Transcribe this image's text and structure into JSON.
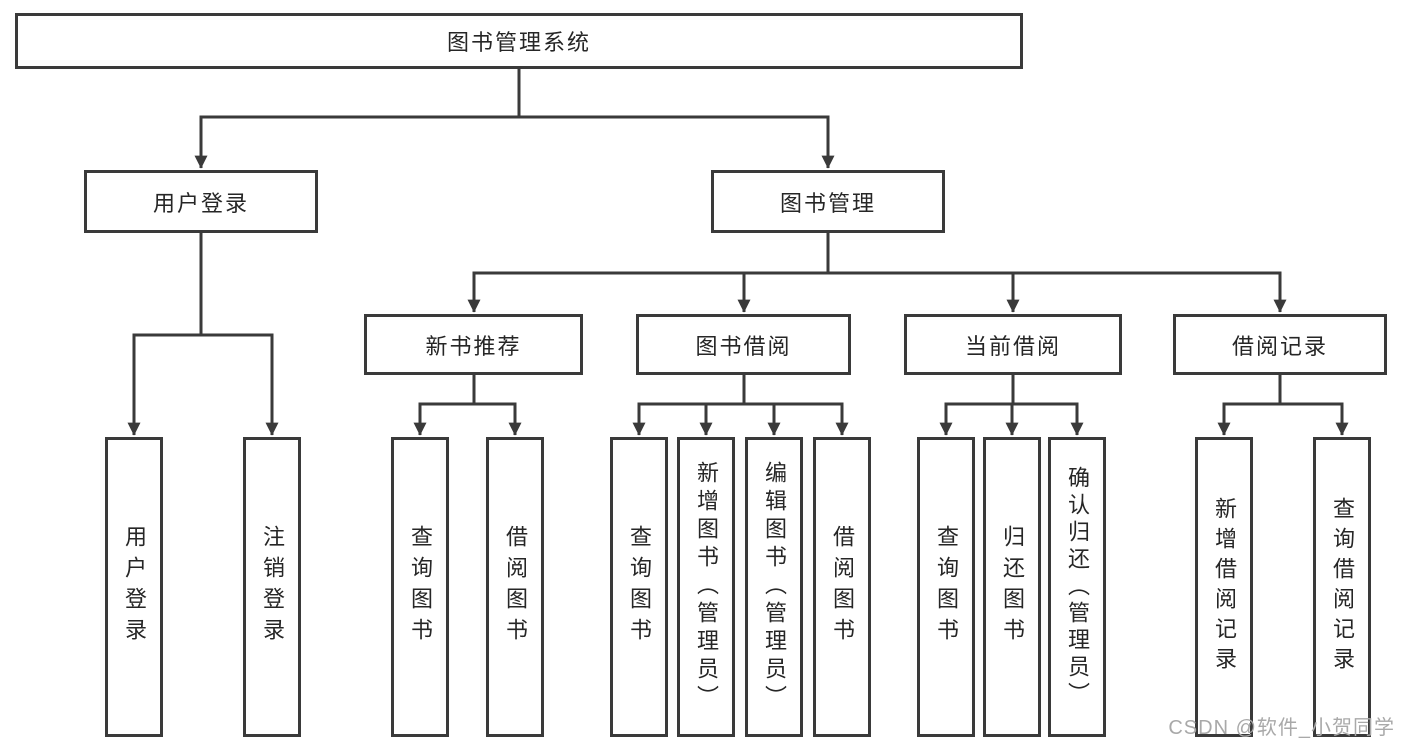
{
  "diagram": {
    "root": "图书管理系统",
    "branches": [
      {
        "label": "用户登录",
        "children": [
          "用户登录",
          "注销登录"
        ]
      },
      {
        "label": "图书管理",
        "groups": [
          {
            "label": "新书推荐",
            "children": [
              "查询图书",
              "借阅图书"
            ]
          },
          {
            "label": "图书借阅",
            "children": [
              "查询图书",
              "新增图书（管理员）",
              "编辑图书（管理员）",
              "借阅图书"
            ]
          },
          {
            "label": "当前借阅",
            "children": [
              "查询图书",
              "归还图书",
              "确认归还（管理员）"
            ]
          },
          {
            "label": "借阅记录",
            "children": [
              "新增借阅记录",
              "查询借阅记录"
            ]
          }
        ]
      }
    ]
  },
  "watermark": "CSDN @软件_小贺同学",
  "colors": {
    "line": "#3a3a3a",
    "text": "#262626",
    "background": "#ffffff",
    "watermark": "#a9a9a9"
  }
}
